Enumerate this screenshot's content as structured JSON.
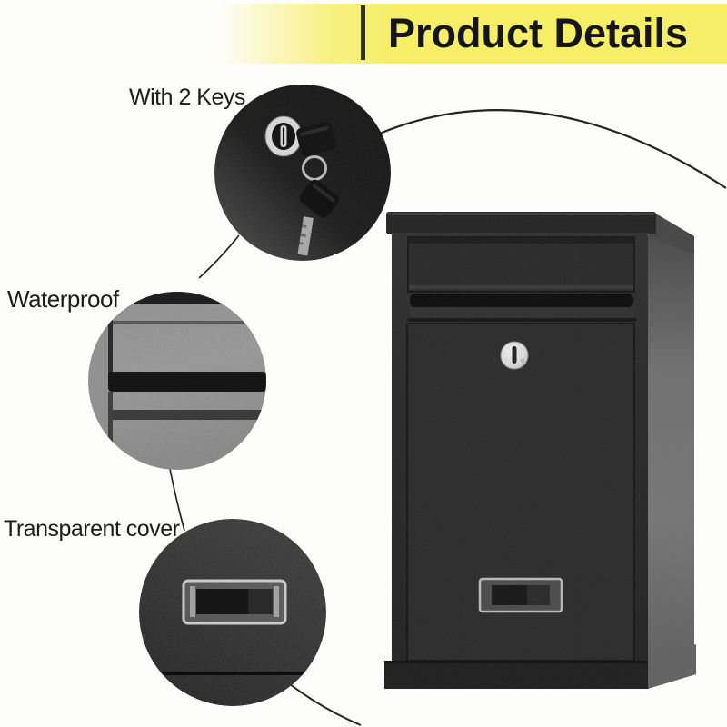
{
  "banner": {
    "title": "Product Details",
    "bg_color": "#f6ee67",
    "text_color": "#161616"
  },
  "callouts": {
    "keys": {
      "label": "With 2 Keys"
    },
    "waterproof": {
      "label": "Waterproof"
    },
    "transparent": {
      "label": "Transparent cover"
    }
  },
  "colors": {
    "banner_yellow": "#f6ee67",
    "box_front_black": "#262626",
    "box_side_gray": "#6d6d6d",
    "lock_silver": "#d6d6d6",
    "leader_line": "#242424"
  }
}
